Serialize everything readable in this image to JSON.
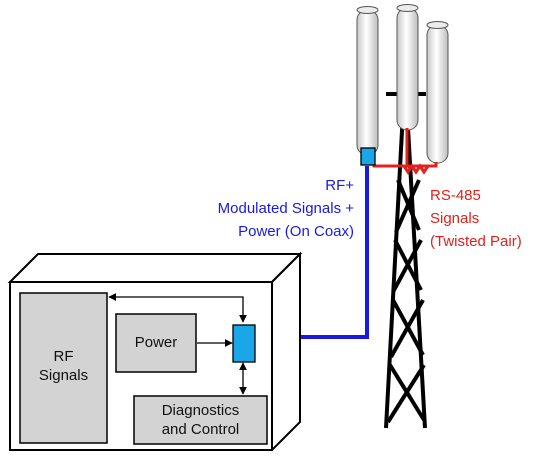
{
  "labels": {
    "rf_plus": "RF+",
    "modulated_signals": "Modulated Signals +",
    "power_on_coax": "Power (On Coax)",
    "rs485": "RS-485",
    "signals": "Signals",
    "twisted_pair": "(Twisted Pair)"
  },
  "blocks": {
    "rf_signals_line1": "RF",
    "rf_signals_line2": "Signals",
    "power": "Power",
    "diagnostics_line1": "Diagnostics",
    "diagnostics_line2": "and Control"
  },
  "colors": {
    "coax": "#1a1adf",
    "twisted_pair": "#e3201b",
    "module": "#1aa7e8",
    "block_fill": "#d3d3d3"
  }
}
